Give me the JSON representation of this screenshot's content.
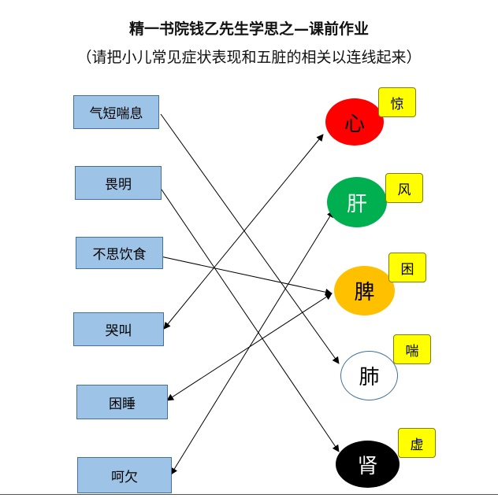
{
  "title": "精一书院钱乙先生学思之—课前作业",
  "subtitle": "（请把小儿常见症状表现和五脏的相关以连线起来）",
  "symptoms": [
    "气短喘息",
    "畏明",
    "不思饮食",
    "哭叫",
    "困睡",
    "呵欠"
  ],
  "organs": [
    {
      "label": "心",
      "tag": "惊",
      "fill": "#ff0000",
      "text_color": "#000000"
    },
    {
      "label": "肝",
      "tag": "风",
      "fill": "#00b050",
      "text_color": "#ffffff"
    },
    {
      "label": "脾",
      "tag": "困",
      "fill": "#ffc000",
      "text_color": "#000000"
    },
    {
      "label": "肺",
      "tag": "喘",
      "fill": "#ffffff",
      "text_color": "#000000"
    },
    {
      "label": "肾",
      "tag": "虚",
      "fill": "#000000",
      "text_color": "#ffffff"
    }
  ],
  "connections": [
    {
      "from": "气短喘息",
      "to": "肺"
    },
    {
      "from": "畏明",
      "to": "肾"
    },
    {
      "from": "不思饮食",
      "to": "脾"
    },
    {
      "from": "哭叫",
      "to": "心"
    },
    {
      "from": "困睡",
      "to": "脾"
    },
    {
      "from": "呵欠",
      "to": "肝"
    }
  ]
}
